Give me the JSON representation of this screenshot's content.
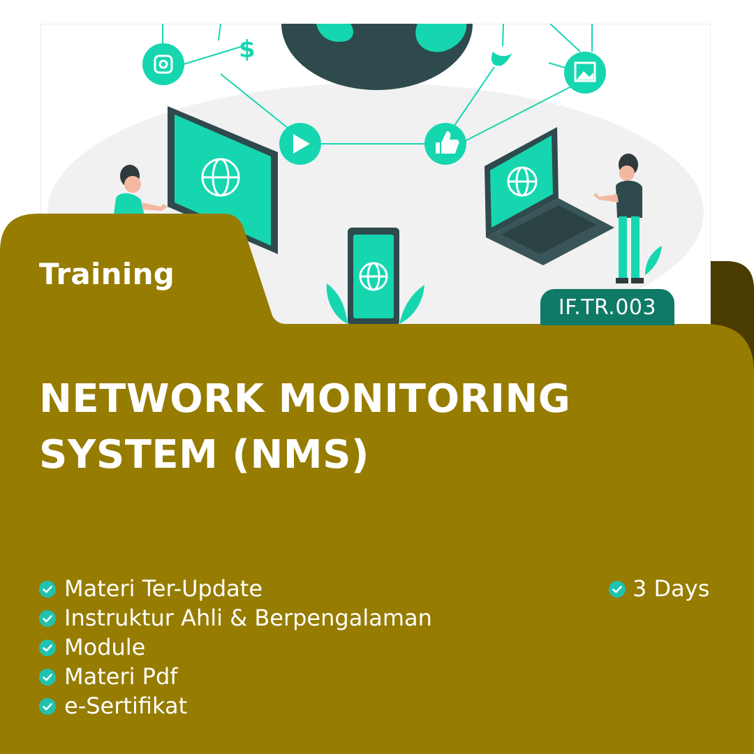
{
  "card": {
    "category": "Training",
    "title_line1": "NETWORK MONITORING",
    "title_line2": "SYSTEM (NMS)",
    "course_code": "IF.TR.003",
    "duration": "3 Days",
    "features": [
      "Materi Ter-Update",
      "Instruktur Ahli & Berpengalaman",
      "Module",
      "Materi Pdf",
      "e-Sertifikat"
    ]
  },
  "colors": {
    "panel": "#967c00",
    "panel_shadow": "#4a3b00",
    "accent": "#16d6b0",
    "badge": "#0f7a66",
    "check": "#1fc2b0",
    "screen_dark": "#2f4a4c"
  },
  "icons": [
    "instagram-icon",
    "dollar-icon",
    "twitter-icon",
    "image-icon",
    "play-icon",
    "like-icon",
    "globe-icon",
    "check-circle-icon"
  ]
}
